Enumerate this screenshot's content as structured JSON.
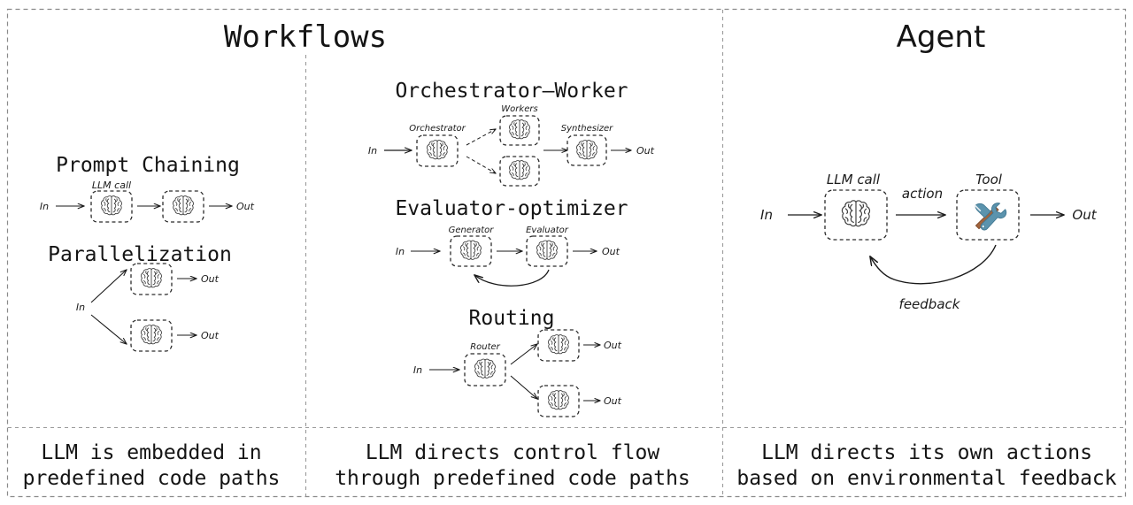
{
  "figure": {
    "type": "diagram",
    "title_left": "Workflows",
    "title_right": "Agent",
    "background": "#ffffff",
    "line_color": "#1a1a1a",
    "frame_color": "#8a8a8a"
  },
  "columns": [
    {
      "id": "workflows-left",
      "caption_line1": "LLM is embedded in",
      "caption_line2": "predefined code paths"
    },
    {
      "id": "workflows-right",
      "caption_line1": "LLM directs control flow",
      "caption_line2": "through predefined code paths"
    },
    {
      "id": "agent",
      "caption_line1": "LLM directs its own actions",
      "caption_line2": "based on environmental feedback"
    }
  ],
  "patterns": {
    "prompt_chaining": {
      "title": "Prompt Chaining",
      "in_label": "In",
      "out_label": "Out",
      "node_label": "LLM call",
      "nodes": [
        "brain-icon",
        "brain-icon"
      ]
    },
    "parallelization": {
      "title": "Parallelization",
      "in_label": "In",
      "out_label_top": "Out",
      "out_label_bottom": "Out",
      "nodes": [
        "brain-icon",
        "brain-icon"
      ]
    },
    "orchestrator_worker": {
      "title": "Orchestrator–Worker",
      "in_label": "In",
      "out_label": "Out",
      "orchestrator_label": "Orchestrator",
      "workers_label": "Workers",
      "synthesizer_label": "Synthesizer",
      "nodes": [
        "brain-icon",
        "brain-icon",
        "brain-icon",
        "brain-icon"
      ]
    },
    "evaluator_optimizer": {
      "title": "Evaluator-optimizer",
      "in_label": "In",
      "out_label": "Out",
      "generator_label": "Generator",
      "evaluator_label": "Evaluator",
      "nodes": [
        "brain-icon",
        "brain-icon"
      ]
    },
    "routing": {
      "title": "Routing",
      "in_label": "In",
      "router_label": "Router",
      "out_label_top": "Out",
      "out_label_bottom": "Out",
      "nodes": [
        "brain-icon",
        "brain-icon",
        "brain-icon"
      ]
    },
    "agent": {
      "in_label": "In",
      "out_label": "Out",
      "llm_call_label": "LLM call",
      "tool_label": "Tool",
      "action_label": "action",
      "feedback_label": "feedback",
      "llm_icon": "brain-icon",
      "tool_icon": "hammer-and-wrench-icon",
      "tool_colors": {
        "wrench": "#5b93ad",
        "hammer_handle": "#a0633c",
        "hammer_head": "#6f9fb5"
      }
    }
  }
}
